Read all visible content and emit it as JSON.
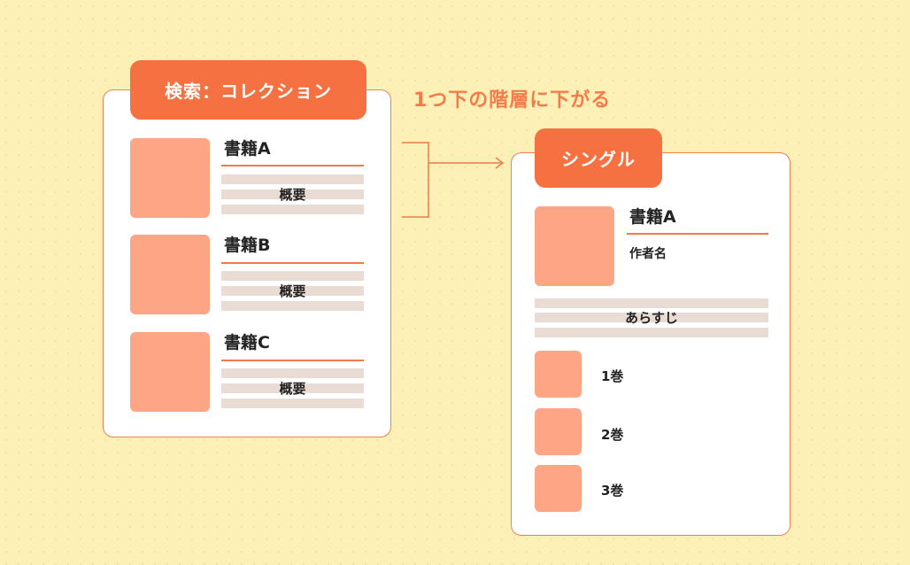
{
  "collection": {
    "tab_label": "検索：コレクション",
    "books": [
      {
        "title": "書籍A",
        "summary": "概要"
      },
      {
        "title": "書籍B",
        "summary": "概要"
      },
      {
        "title": "書籍C",
        "summary": "概要"
      }
    ]
  },
  "arrow_caption": "1つ下の階層に下がる",
  "single": {
    "tab_label": "シングル",
    "title": "書籍A",
    "author": "作者名",
    "synopsis": "あらすじ",
    "volumes": [
      "1巻",
      "2巻",
      "3巻"
    ]
  },
  "colors": {
    "background": "#fdf0b7",
    "accent": "#f57142",
    "thumbnail": "#fea586",
    "stripe": "#e8dcd5",
    "caption": "#f77b48"
  }
}
